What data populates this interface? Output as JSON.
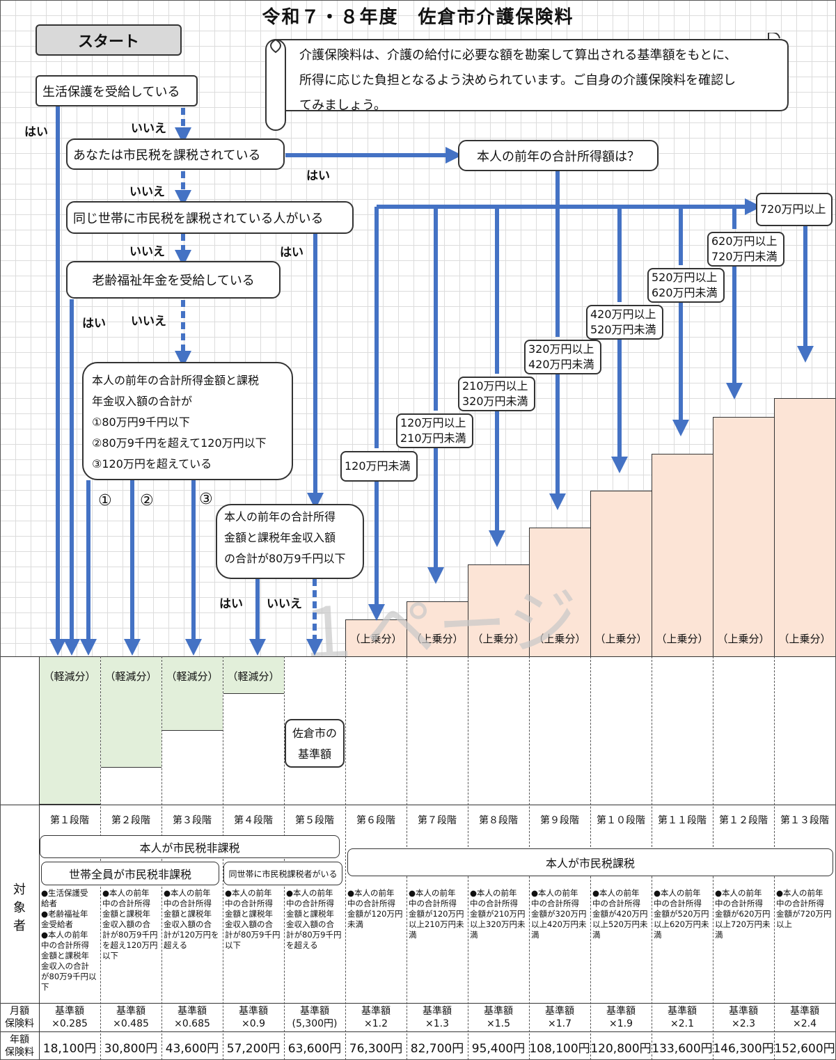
{
  "title": "令和７・８年度　佐倉市介護保険料",
  "start": "スタート",
  "intro": [
    "介護保険料は、介護の給付に必要な額を勘案して算出される基準額をもとに、",
    "所得に応じた負担となるよう決められています。ご自身の介護保険料を確認し",
    "てみましょう。"
  ],
  "q1": "生活保護を受給している",
  "q2": "あなたは市民税を課税されている",
  "q3": "同じ世帯に市民税を課税されている人がいる",
  "q4": "老齢福祉年金を受給している",
  "q5": [
    "本人の前年の合計所得金額と課税",
    "年金収入額の合計が",
    "①80万円9千円以下",
    "②80万9千円を超えて120万円以下",
    "③120万円を超えている"
  ],
  "q6": [
    "本人の前年の合計所得",
    "金額と課税年金収入額",
    "の合計が80万9千円以下"
  ],
  "q7": "本人の前年の合計所得額は？",
  "yes": "はい",
  "no": "いいえ",
  "c1": "①",
  "c2": "②",
  "c3": "③",
  "ranges": [
    [
      "120万円未満"
    ],
    [
      "120万円以上",
      "210万円未満"
    ],
    [
      "210万円以上",
      "320万円未満"
    ],
    [
      "320万円以上",
      "420万円未満"
    ],
    [
      "420万円以上",
      "520万円未満"
    ],
    [
      "520万円以上",
      "620万円未満"
    ],
    [
      "620万円以上",
      "720万円未満"
    ],
    [
      "720万円以上"
    ]
  ],
  "reduced": "（軽減分）",
  "added": "（上乗分）",
  "base_label": [
    "佐倉市の",
    "基準額"
  ],
  "watermark": "１ページ",
  "stages": [
    "第１段階",
    "第２段階",
    "第３段階",
    "第４段階",
    "第５段階",
    "第６段階",
    "第７段階",
    "第８段階",
    "第９段階",
    "第１０段階",
    "第１１段階",
    "第１２段階",
    "第１３段階"
  ],
  "group_non": "本人が市民税非課税",
  "group_household_non": "世帯全員が市民税非課税",
  "group_household_has": "同世帯に市民税課税者がいる",
  "group_tax": "本人が市民税課税",
  "target_label": "対象者",
  "target_chars": [
    "対",
    "象",
    "者"
  ],
  "descs": [
    "●生活保護受\n給者\n●老齢福祉年\n金受給者\n●本人の前年\n中の合計所得\n金額と課税年\n金収入の合計\nが80万9千円以\n下",
    "●本人の前年\n中の合計所得\n金額と課税年\n金収入額の合\n計が80万9千円\nを超え120万円\n以下",
    "●本人の前年\n中の合計所得\n金額と課税年\n金収入額の合\n計が120万円を\n超える",
    "●本人の前年\n中の合計所得\n金額と課税年\n金収入額の合\n計が80万9千円\n以下",
    "●本人の前年\n中の合計所得\n金額と課税年\n金収入額の合\n計が80万9千円\nを超える",
    "●本人の前年\n中の合計所得\n金額が120万円\n未満",
    "●本人の前年\n中の合計所得\n金額が120万円\n以上210万円未\n満",
    "●本人の前年\n中の合計所得\n金額が210万円\n以上320万円未\n満",
    "●本人の前年\n中の合計所得\n金額が320万円\n以上420万円未\n満",
    "●本人の前年\n中の合計所得\n金額が420万円\n以上520万円未\n満",
    "●本人の前年\n中の合計所得\n金額が520万円\n以上620万円未\n満",
    "●本人の前年\n中の合計所得\n金額が620万円\n以上720万円未\n満",
    "●本人の前年\n中の合計所得\n金額が720万円\n以上"
  ],
  "monthly_label": "月額\n保険料",
  "monthly": [
    "基準額\n×0.285",
    "基準額\n×0.485",
    "基準額\n×0.685",
    "基準額\n×0.9",
    "基準額\n(5,300円)",
    "基準額\n×1.2",
    "基準額\n×1.3",
    "基準額\n×1.5",
    "基準額\n×1.7",
    "基準額\n×1.9",
    "基準額\n×2.1",
    "基準額\n×2.3",
    "基準額\n×2.4"
  ],
  "annual_label": "年額\n保険料",
  "annual": [
    "18,100円",
    "30,800円",
    "43,600円",
    "57,200円",
    "63,600円",
    "76,300円",
    "82,700円",
    "95,400円",
    "108,100円",
    "120,800円",
    "133,600円",
    "146,300円",
    "152,600円"
  ],
  "multipliers": [
    0.285,
    0.485,
    0.685,
    0.9,
    1.0,
    1.2,
    1.3,
    1.5,
    1.7,
    1.9,
    2.1,
    2.3,
    2.4
  ],
  "colors": {
    "arrow": "#4472c4",
    "reduced_fill": "#e2efda",
    "added_fill": "#fce4d6"
  }
}
